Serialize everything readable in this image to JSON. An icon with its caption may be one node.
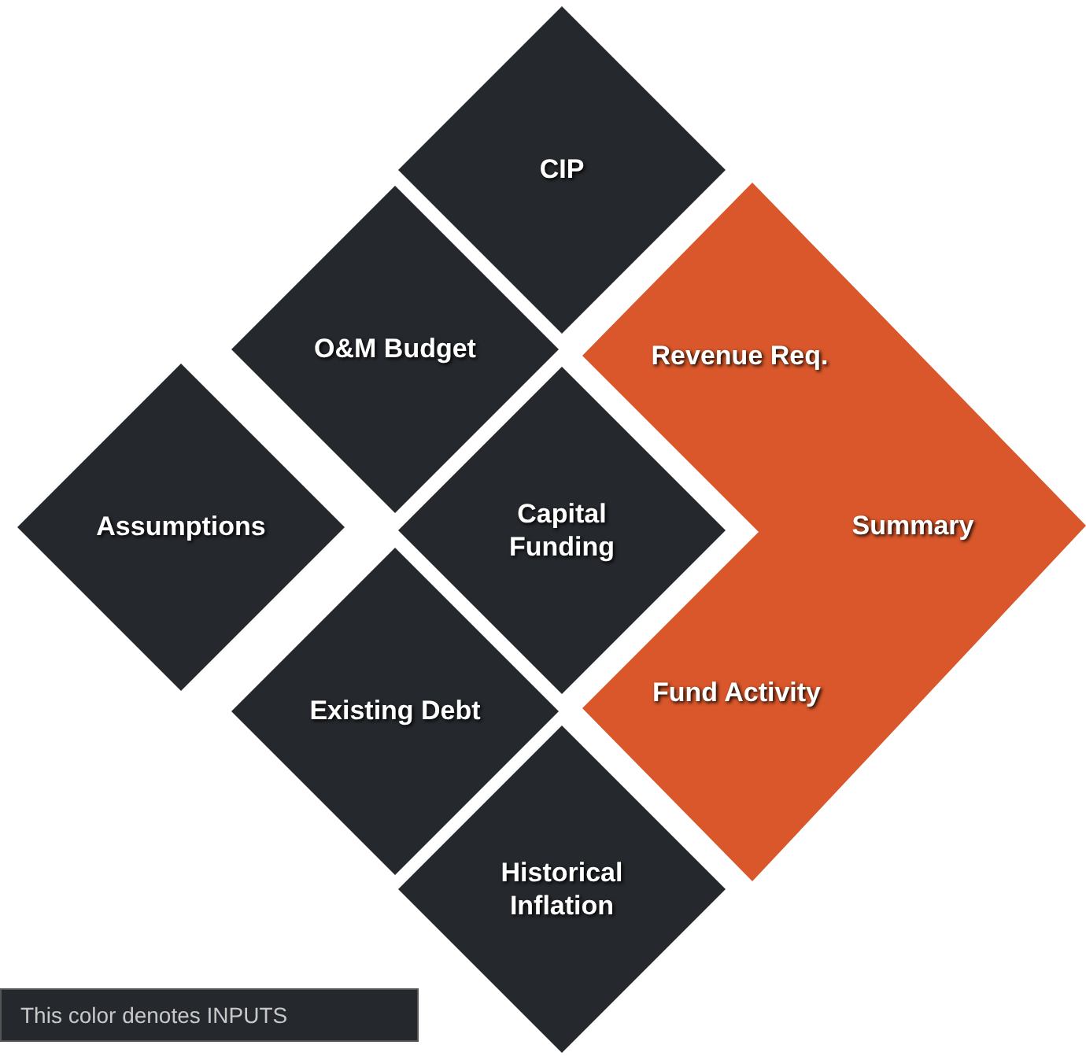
{
  "diagram": {
    "nodes": [
      {
        "text": [
          "CIP"
        ]
      },
      {
        "text": [
          "O&M Budget"
        ]
      },
      {
        "text": [
          "Assumptions"
        ]
      },
      {
        "text": [
          "Capital Funding"
        ]
      },
      {
        "text": [
          "Existing Debt"
        ]
      },
      {
        "text": [
          "Historical Inflation"
        ]
      },
      {
        "text": [
          "Revenue Req.",
          "Summary",
          "Fund Activity"
        ]
      }
    ],
    "legend": [
      {
        "text": "This color denotes INPUTS",
        "color": "#25282d"
      }
    ]
  }
}
